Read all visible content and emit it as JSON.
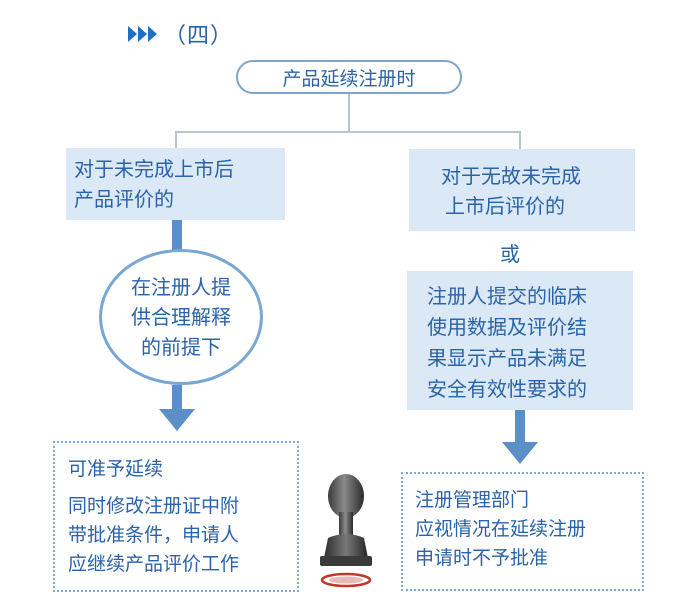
{
  "section": {
    "label": "（四）",
    "icon": "triple-chevron-right-icon",
    "accent": "#1f6fc7"
  },
  "root": {
    "text": "产品延续注册时"
  },
  "left_branch": {
    "condition_lines": [
      "对于未完成上市后",
      "产品评价的"
    ],
    "premise_lines": [
      "在注册人提",
      "供合理解释",
      "的前提下"
    ],
    "result_title": "可准予延续",
    "result_lines": [
      "同时修改注册证中附",
      "带批准条件，申请人",
      "应继续产品评价工作"
    ]
  },
  "right_branch": {
    "condition_lines": [
      "对于无故未完成",
      "上市后评价的"
    ],
    "or_text": "或",
    "alt_condition_lines": [
      "注册人提交的临床",
      "使用数据及评价结",
      "果显示产品未满足",
      "安全有效性要求的"
    ],
    "result_lines": [
      "注册管理部门",
      "应视情况在延续注册",
      "申请时不予批准"
    ]
  },
  "stamp": {
    "icon": "rubber-stamp-icon",
    "ink_color": "#c0392b"
  },
  "colors": {
    "text": "#2a63a8",
    "box_fill": "#dbe9f6",
    "border": "#7aa6cf",
    "arrow": "#5a8fc7"
  }
}
